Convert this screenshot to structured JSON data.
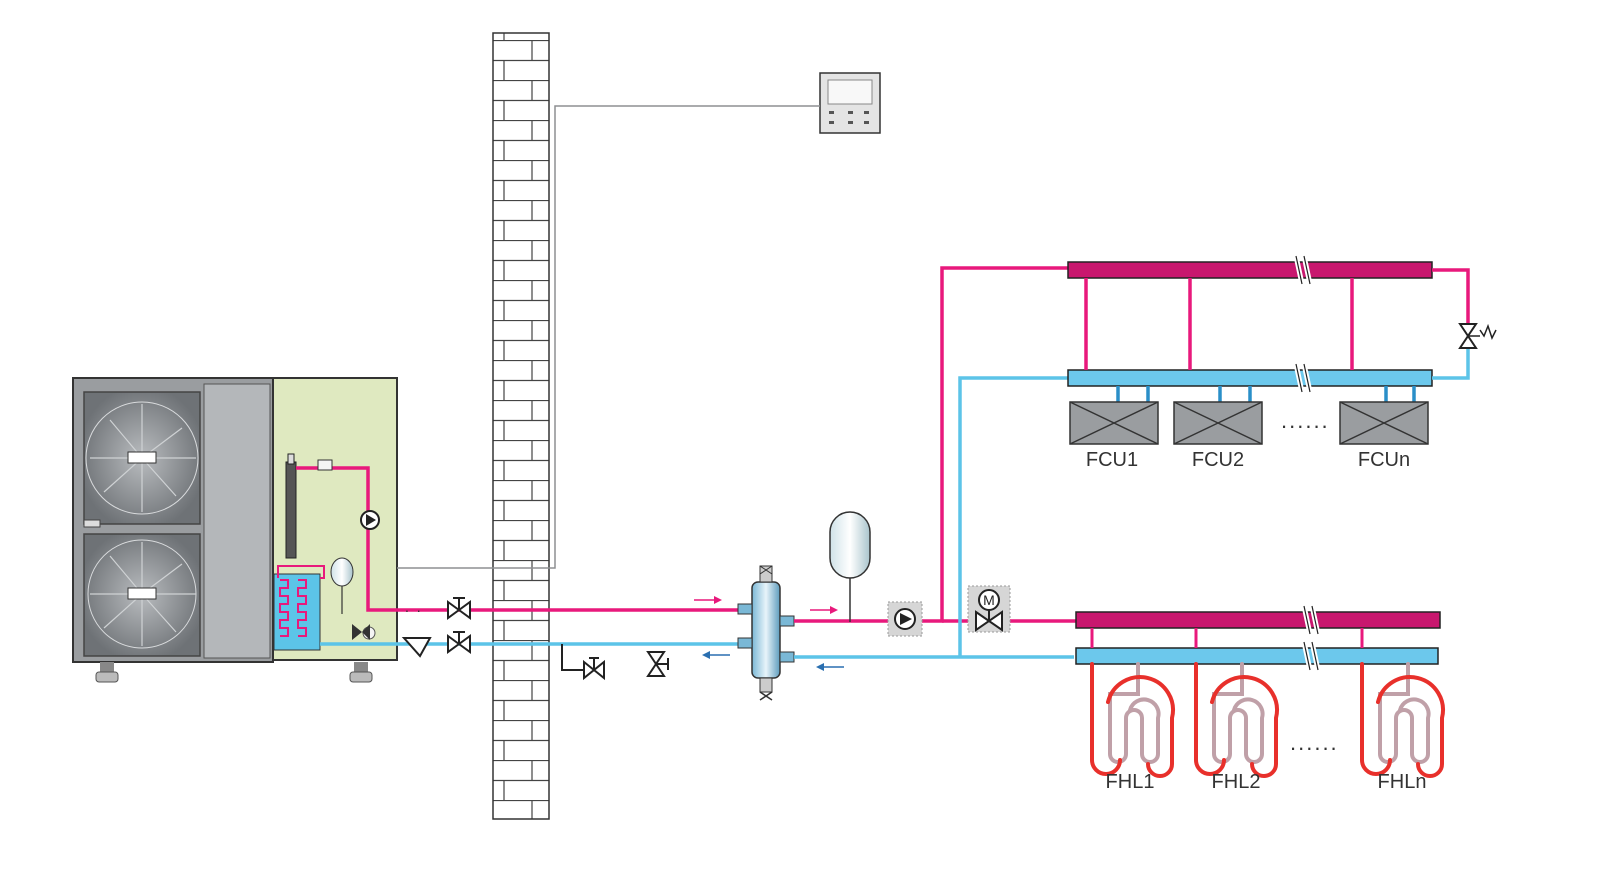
{
  "fan_coil_units": [
    {
      "label": "FCU1"
    },
    {
      "label": "FCU2"
    },
    {
      "label": "FCUn"
    }
  ],
  "floor_heating_loops": [
    {
      "label": "FHL1"
    },
    {
      "label": "FHL2"
    },
    {
      "label": "FHLn"
    }
  ],
  "ellipsis": "......",
  "controller_motor_symbol": "M",
  "colors": {
    "supply_pipe": "#e8197c",
    "return_pipe": "#5cc4e8",
    "manifold_supply": "#c8176e",
    "manifold_return": "#6cc8ec",
    "floor_loop_hot": "#e8302b",
    "floor_loop_cool": "#c0a0a8",
    "indoor_module": "#dfe9c0",
    "flow_arrow_supply": "#e8197c",
    "flow_arrow_return": "#2a6fb0",
    "wall_brick": "#ffffff",
    "fan_unit_grey": "#8a8d90"
  }
}
